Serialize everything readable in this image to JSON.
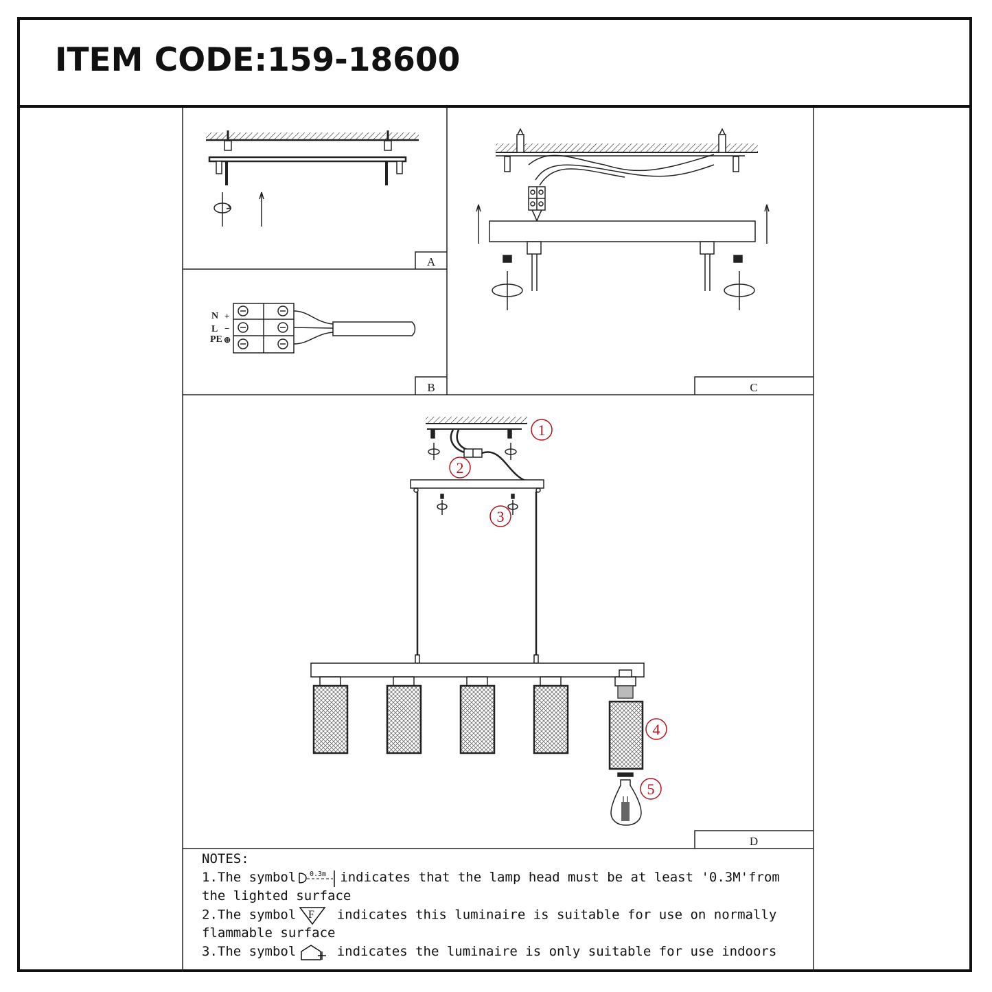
{
  "header": {
    "item_code": "ITEM CODE:159-18600"
  },
  "panels": {
    "a": "A",
    "b": "B",
    "c": "C",
    "d": "D"
  },
  "terminal_labels": {
    "n": "N",
    "l": "L",
    "pe": "PE",
    "plus": "+",
    "minus": "−",
    "earth": "⊕"
  },
  "callouts": [
    "1",
    "2",
    "3",
    "4",
    "5"
  ],
  "notes": {
    "heading": "NOTES:",
    "n1_prefix": "1.The symbol",
    "n1_symbol_text": "0.3m",
    "n1_suffix": "indicates that the lamp head must be at least '0.3M'from",
    "n1_cont": "the lighted surface",
    "n2_prefix": "2.The symbol",
    "n2_symbol_text": "F",
    "n2_suffix": " indicates this luminaire is suitable for use on normally",
    "n2_cont": "flammable surface",
    "n3_prefix": "3.The symbol",
    "n3_suffix": " indicates the luminaire is only suitable for use indoors"
  }
}
